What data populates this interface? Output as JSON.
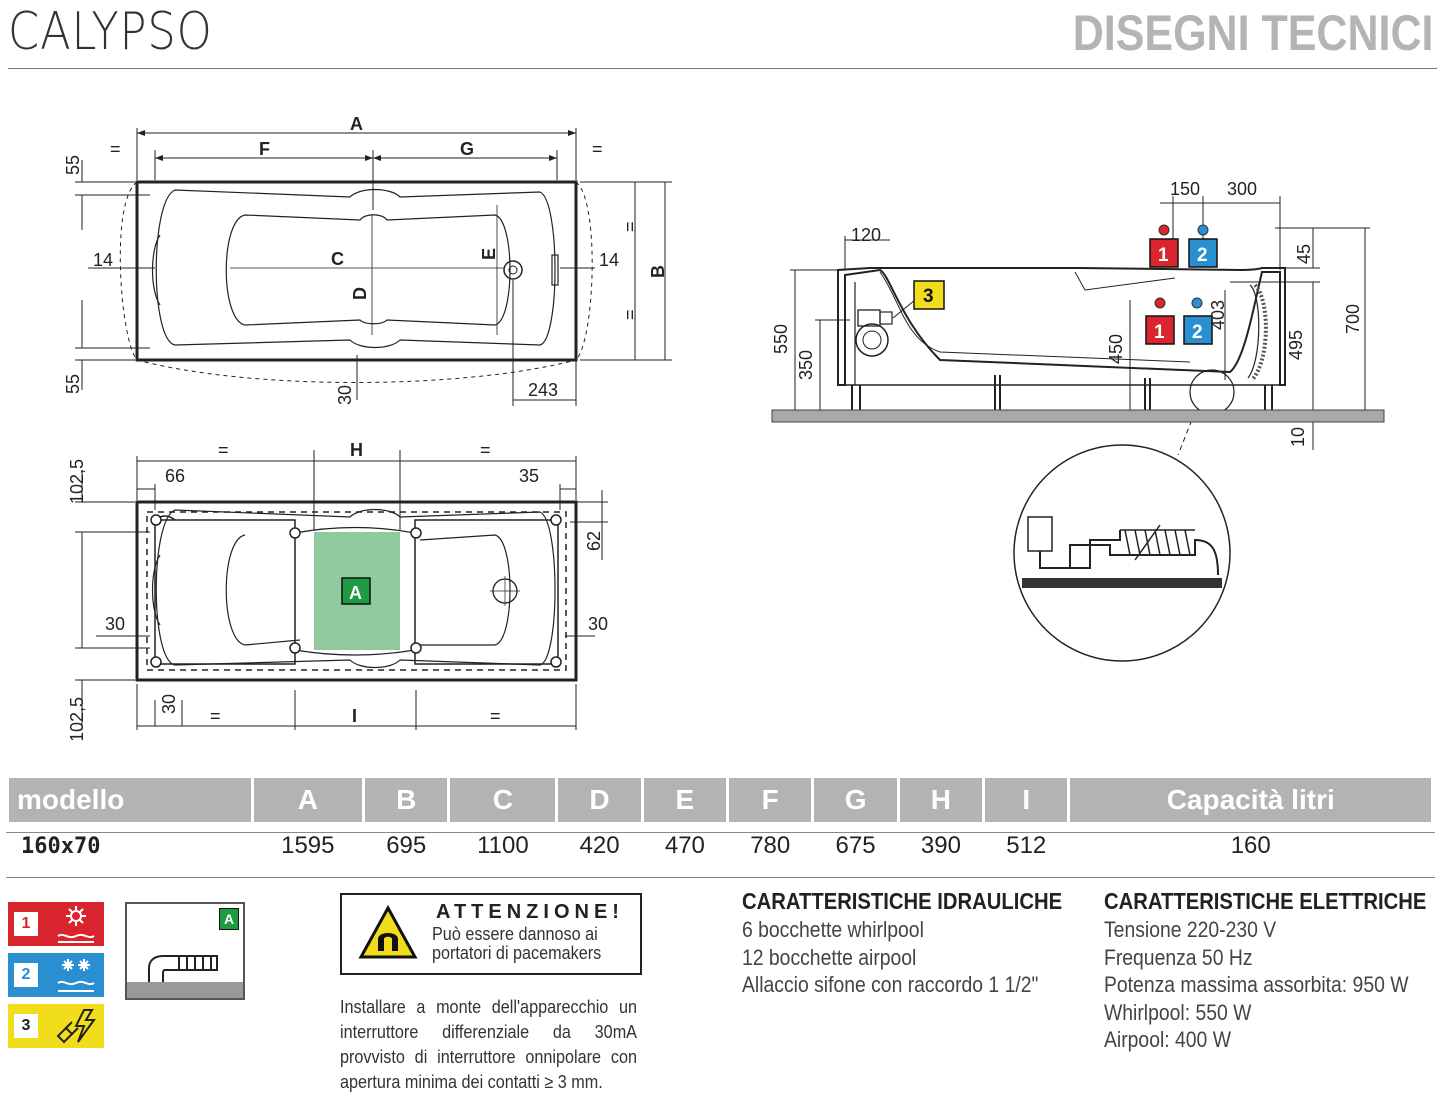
{
  "header": {
    "brand": "CALYPSO",
    "title": "DISEGNI TECNICI"
  },
  "plan_top": {
    "labels": {
      "A": "A",
      "B": "B",
      "C": "C",
      "D": "D",
      "E": "E",
      "F": "F",
      "G": "G"
    },
    "dims": {
      "d55a": "55",
      "d55b": "55",
      "d14a": "14",
      "d14b": "14",
      "d30": "30",
      "d243": "243",
      "eq": "="
    }
  },
  "plan_bottom": {
    "labels": {
      "H": "H",
      "I": "I",
      "A": "A"
    },
    "dims": {
      "d102a": "102,5",
      "d102b": "102,5",
      "d66": "66",
      "d35": "35",
      "d62": "62",
      "d30a": "30",
      "d30b": "30",
      "d30c": "30",
      "eq": "="
    }
  },
  "section": {
    "dims": {
      "d150": "150",
      "d300": "300",
      "d120": "120",
      "d45": "45",
      "d700": "700",
      "d403": "403",
      "d495": "495",
      "d550": "550",
      "d350": "350",
      "d450": "450",
      "d10": "10"
    },
    "markers": {
      "m1": "1",
      "m2": "2",
      "m3": "3"
    }
  },
  "table": {
    "headers": [
      "modello",
      "A",
      "B",
      "C",
      "D",
      "E",
      "F",
      "G",
      "H",
      "I",
      "Capacità litri"
    ],
    "rows": [
      [
        "160x70",
        "1595",
        "695",
        "1100",
        "420",
        "470",
        "780",
        "675",
        "390",
        "512",
        "160"
      ]
    ]
  },
  "legend": [
    {
      "num": "1",
      "color": "#d9262e",
      "icon": "sun-water-icon"
    },
    {
      "num": "2",
      "color": "#2a8fd0",
      "icon": "snow-water-icon"
    },
    {
      "num": "3",
      "color": "#f2dd1c",
      "icon": "plug-bolt-icon"
    }
  ],
  "connection_badge": "A",
  "warning": {
    "title": "ATTENZIONE!",
    "text": "Può essere dannoso ai portatori di pacemakers"
  },
  "install_note": "Installare a monte dell'apparecchio un interruttore differenziale da 30mA provvisto di interruttore onnipolare con apertura minima dei contatti ≥ 3 mm.",
  "hydraulic": {
    "title": "CARATTERISTICHE IDRAULICHE",
    "lines": [
      "6 bocchette whirlpool",
      "12 bocchette airpool",
      "Allaccio sifone con raccordo 1 1/2\""
    ]
  },
  "electric": {
    "title": "CARATTERISTICHE ELETTRICHE",
    "lines": [
      "Tensione 220-230 V",
      "Frequenza 50 Hz",
      "Potenza massima assorbita: 950 W",
      "Whirlpool: 550 W",
      "Airpool: 400 W"
    ]
  }
}
